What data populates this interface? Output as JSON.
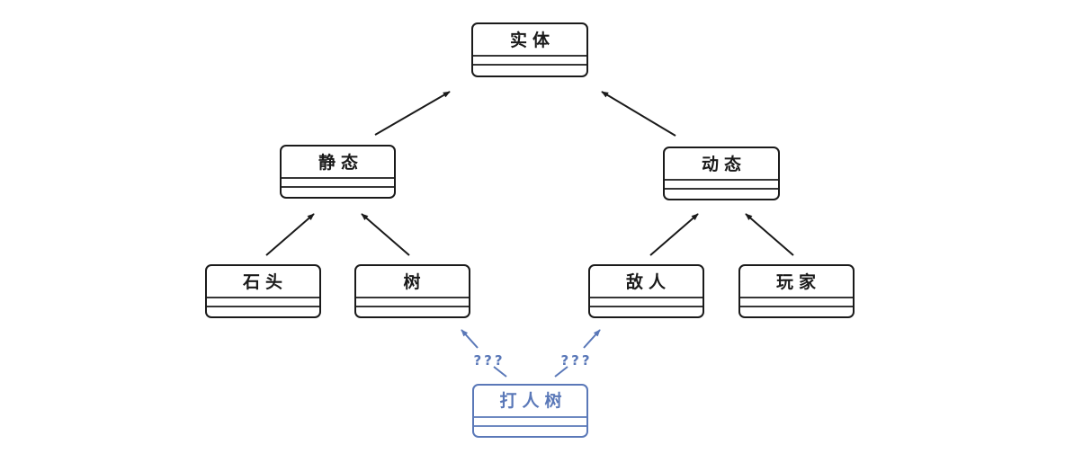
{
  "colors": {
    "default": "#1a1a1a",
    "highlight": "#5a78b8"
  },
  "nodes": {
    "entity": {
      "label": "实体"
    },
    "static": {
      "label": "静态"
    },
    "dynamic": {
      "label": "动态"
    },
    "stone": {
      "label": "石头"
    },
    "tree": {
      "label": "树"
    },
    "enemy": {
      "label": "敌人"
    },
    "player": {
      "label": "玩家"
    },
    "hit_tree": {
      "label": "打人树",
      "highlight": true
    }
  },
  "edges": [
    {
      "from": "static",
      "to": "entity"
    },
    {
      "from": "dynamic",
      "to": "entity"
    },
    {
      "from": "stone",
      "to": "static"
    },
    {
      "from": "tree",
      "to": "static"
    },
    {
      "from": "enemy",
      "to": "dynamic"
    },
    {
      "from": "player",
      "to": "dynamic"
    },
    {
      "from": "hit_tree",
      "to": "tree",
      "uncertain": true,
      "label": "???"
    },
    {
      "from": "hit_tree",
      "to": "enemy",
      "uncertain": true,
      "label": "???"
    }
  ]
}
